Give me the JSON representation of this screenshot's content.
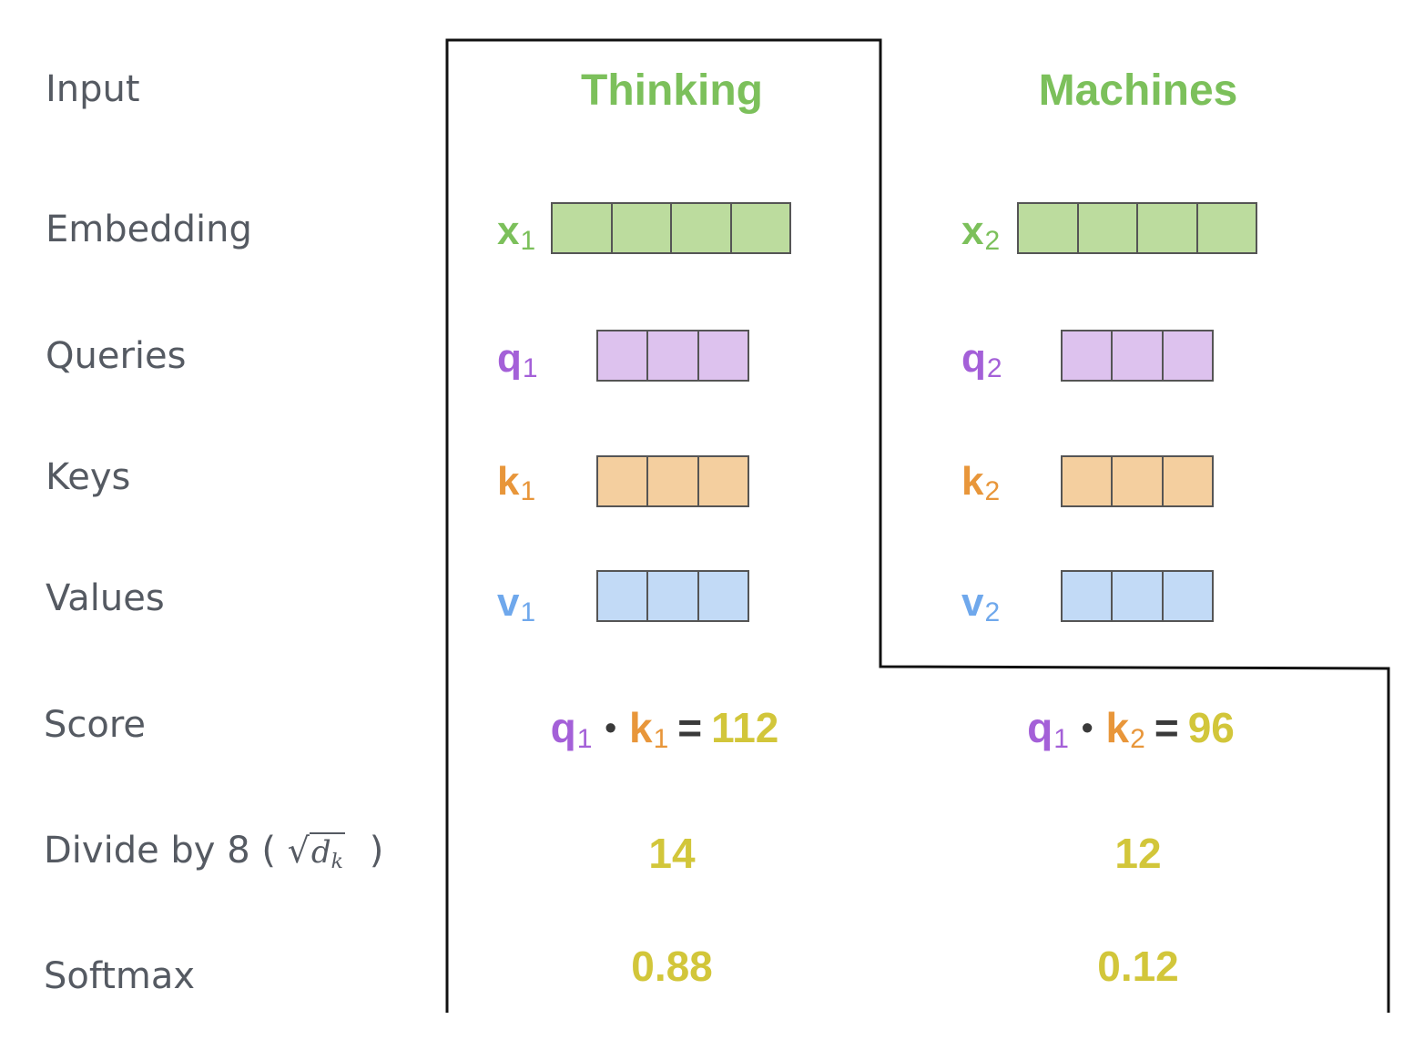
{
  "colors": {
    "label_text": "#555a62",
    "input_word": "#7cc05b",
    "embedding": {
      "fill": "#bcdc9e",
      "text": "#7cc05b"
    },
    "query": {
      "fill": "#ddc2ee",
      "text": "#a460d8"
    },
    "key": {
      "fill": "#f4cf9f",
      "text": "#e8963a"
    },
    "value": {
      "fill": "#c2daf6",
      "text": "#6fa8ec"
    },
    "result": "#d2c63a",
    "frame": "#111111",
    "cell_border": "#555555"
  },
  "rows": {
    "input": "Input",
    "embedding": "Embedding",
    "queries": "Queries",
    "keys": "Keys",
    "values": "Values",
    "score": "Score",
    "divide_prefix": "Divide by 8 (",
    "divide_sqrt_var": "d",
    "divide_sqrt_sub": "k",
    "divide_suffix": ")",
    "softmax": "Softmax"
  },
  "tokens": [
    {
      "word": "Thinking",
      "embedding": {
        "letter": "x",
        "sub": "1",
        "cells": 4
      },
      "query": {
        "letter": "q",
        "sub": "1",
        "cells": 3
      },
      "key": {
        "letter": "k",
        "sub": "1",
        "cells": 3
      },
      "value": {
        "letter": "v",
        "sub": "1",
        "cells": 3
      },
      "score": {
        "q": "q",
        "q_sub": "1",
        "dot": "•",
        "k": "k",
        "k_sub": "1",
        "eq": "=",
        "value": "112"
      },
      "divided": "14",
      "softmax": "0.88"
    },
    {
      "word": "Machines",
      "embedding": {
        "letter": "x",
        "sub": "2",
        "cells": 4
      },
      "query": {
        "letter": "q",
        "sub": "2",
        "cells": 3
      },
      "key": {
        "letter": "k",
        "sub": "2",
        "cells": 3
      },
      "value": {
        "letter": "v",
        "sub": "2",
        "cells": 3
      },
      "score": {
        "q": "q",
        "q_sub": "1",
        "dot": "•",
        "k": "k",
        "k_sub": "2",
        "eq": "=",
        "value": "96"
      },
      "divided": "12",
      "softmax": "0.12"
    }
  ]
}
